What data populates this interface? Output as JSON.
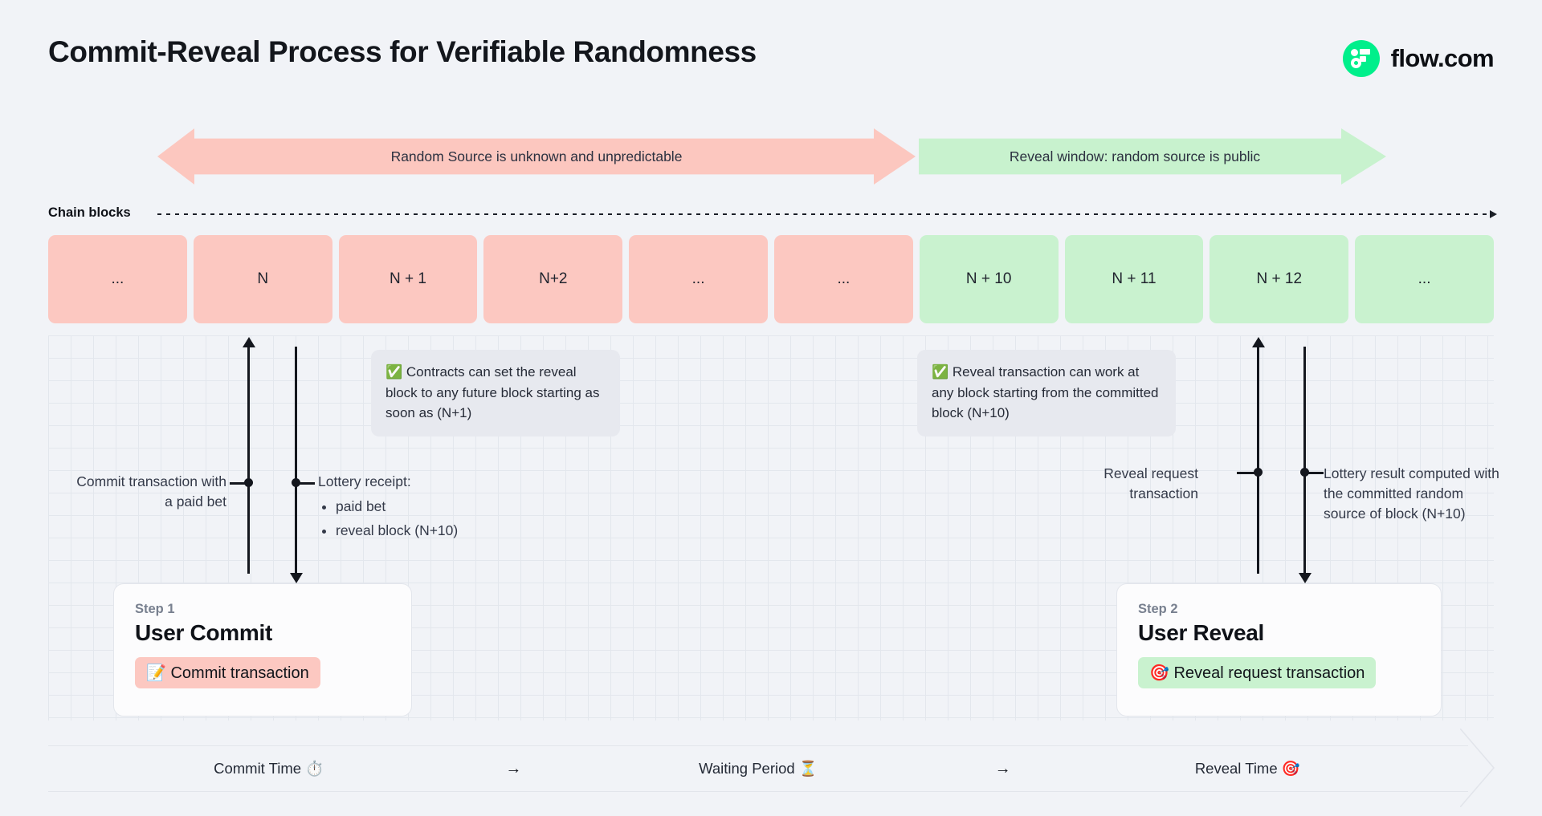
{
  "header": {
    "title": "Commit-Reveal Process for Verifiable Randomness",
    "logo_text": "flow.com",
    "logo_icon": "flow-logo-icon",
    "brand_green": "#00ef8b"
  },
  "colors": {
    "background": "#f1f3f7",
    "pink": "#fcc8c1",
    "green": "#c9f2cf",
    "note_bg": "#e7e9ef",
    "ink": "#14171e"
  },
  "banners": [
    {
      "label": "Random Source is unknown and unpredictable",
      "color": "#fcc7bf",
      "direction": "double"
    },
    {
      "label": "Reveal window: random source is public",
      "color": "#c8f2ce",
      "direction": "right"
    }
  ],
  "chain": {
    "label": "Chain blocks",
    "blocks": [
      {
        "label": "...",
        "state": "unknown"
      },
      {
        "label": "N",
        "state": "unknown"
      },
      {
        "label": "N + 1",
        "state": "unknown"
      },
      {
        "label": "N+2",
        "state": "unknown"
      },
      {
        "label": "...",
        "state": "unknown"
      },
      {
        "label": "...",
        "state": "unknown"
      },
      {
        "label": "N + 10",
        "state": "revealed"
      },
      {
        "label": "N + 11",
        "state": "revealed"
      },
      {
        "label": "N + 12",
        "state": "revealed"
      },
      {
        "label": "...",
        "state": "revealed"
      }
    ]
  },
  "notes": {
    "commit_note": {
      "icon": "✅",
      "text": "Contracts can set the reveal block to any future block starting as soon as (N+1)"
    },
    "reveal_note": {
      "icon": "✅",
      "text": "Reveal transaction can work at any block starting from the committed block (N+10)"
    }
  },
  "annotations": {
    "commit_tx": "Commit transaction with a paid bet",
    "lottery_receipt_title": "Lottery receipt:",
    "lottery_receipt_items": [
      "paid bet",
      "reveal block (N+10)"
    ],
    "reveal_request": "Reveal request transaction",
    "lottery_result": "Lottery result computed with the committed random source of block (N+10)"
  },
  "steps": [
    {
      "step": "Step 1",
      "title": "User Commit",
      "pill_icon": "📝",
      "pill_label": "Commit transaction",
      "pill_color": "#fcc8c1"
    },
    {
      "step": "Step 2",
      "title": "User Reveal",
      "pill_icon": "🎯",
      "pill_label": "Reveal request transaction",
      "pill_color": "#c9f2cf"
    }
  ],
  "timeline": {
    "segments": [
      {
        "label": "Commit Time",
        "icon": "⏱️"
      },
      {
        "label": "Waiting Period",
        "icon": "⏳"
      },
      {
        "label": "Reveal Time",
        "icon": "🎯"
      }
    ],
    "arrow": "→"
  }
}
